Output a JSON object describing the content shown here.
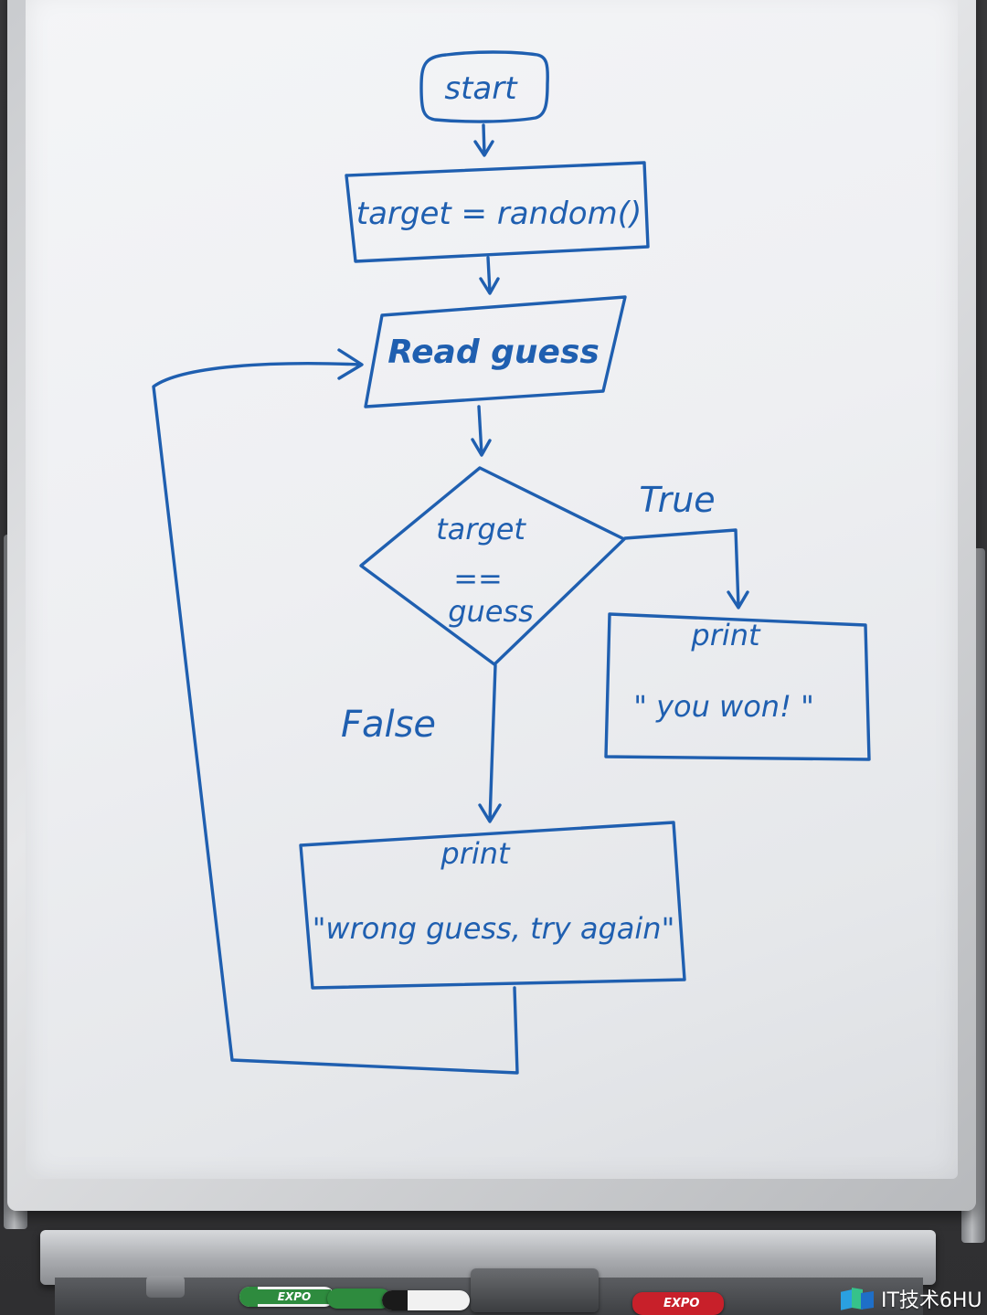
{
  "diagram": {
    "nodes": [
      {
        "id": "start",
        "shape": "rounded-rect",
        "lines": [
          "start"
        ]
      },
      {
        "id": "assign",
        "shape": "rect",
        "lines": [
          "target = random()"
        ]
      },
      {
        "id": "input",
        "shape": "parallelogram",
        "lines": [
          "Read guess"
        ]
      },
      {
        "id": "decision",
        "shape": "diamond",
        "lines": [
          "target",
          "==",
          "guess"
        ]
      },
      {
        "id": "win",
        "shape": "rect",
        "lines": [
          "print",
          "\" you won! \""
        ]
      },
      {
        "id": "retry",
        "shape": "rect",
        "lines": [
          "print",
          "\"wrong guess, try again\""
        ]
      }
    ],
    "edges": [
      {
        "from": "start",
        "to": "assign",
        "label": ""
      },
      {
        "from": "assign",
        "to": "input",
        "label": ""
      },
      {
        "from": "input",
        "to": "decision",
        "label": ""
      },
      {
        "from": "decision",
        "to": "win",
        "label": "True"
      },
      {
        "from": "decision",
        "to": "retry",
        "label": "False"
      },
      {
        "from": "retry",
        "to": "input",
        "label": ""
      }
    ]
  },
  "tray": {
    "markers": [
      {
        "brand": "EXPO",
        "color": "#2e8b3e"
      },
      {
        "brand": "",
        "color": "#2e8b3e"
      },
      {
        "brand": "",
        "color": "#1a1a1a"
      },
      {
        "brand": "EXPO",
        "color": "#c8202a"
      }
    ]
  },
  "watermark": {
    "text": "IT技术6HU",
    "logo_colors": [
      "#2aa0e0",
      "#36c28a",
      "#1e6fc8"
    ]
  },
  "colors": {
    "ink": "#1f5fb0",
    "board": "#eef0f2"
  }
}
